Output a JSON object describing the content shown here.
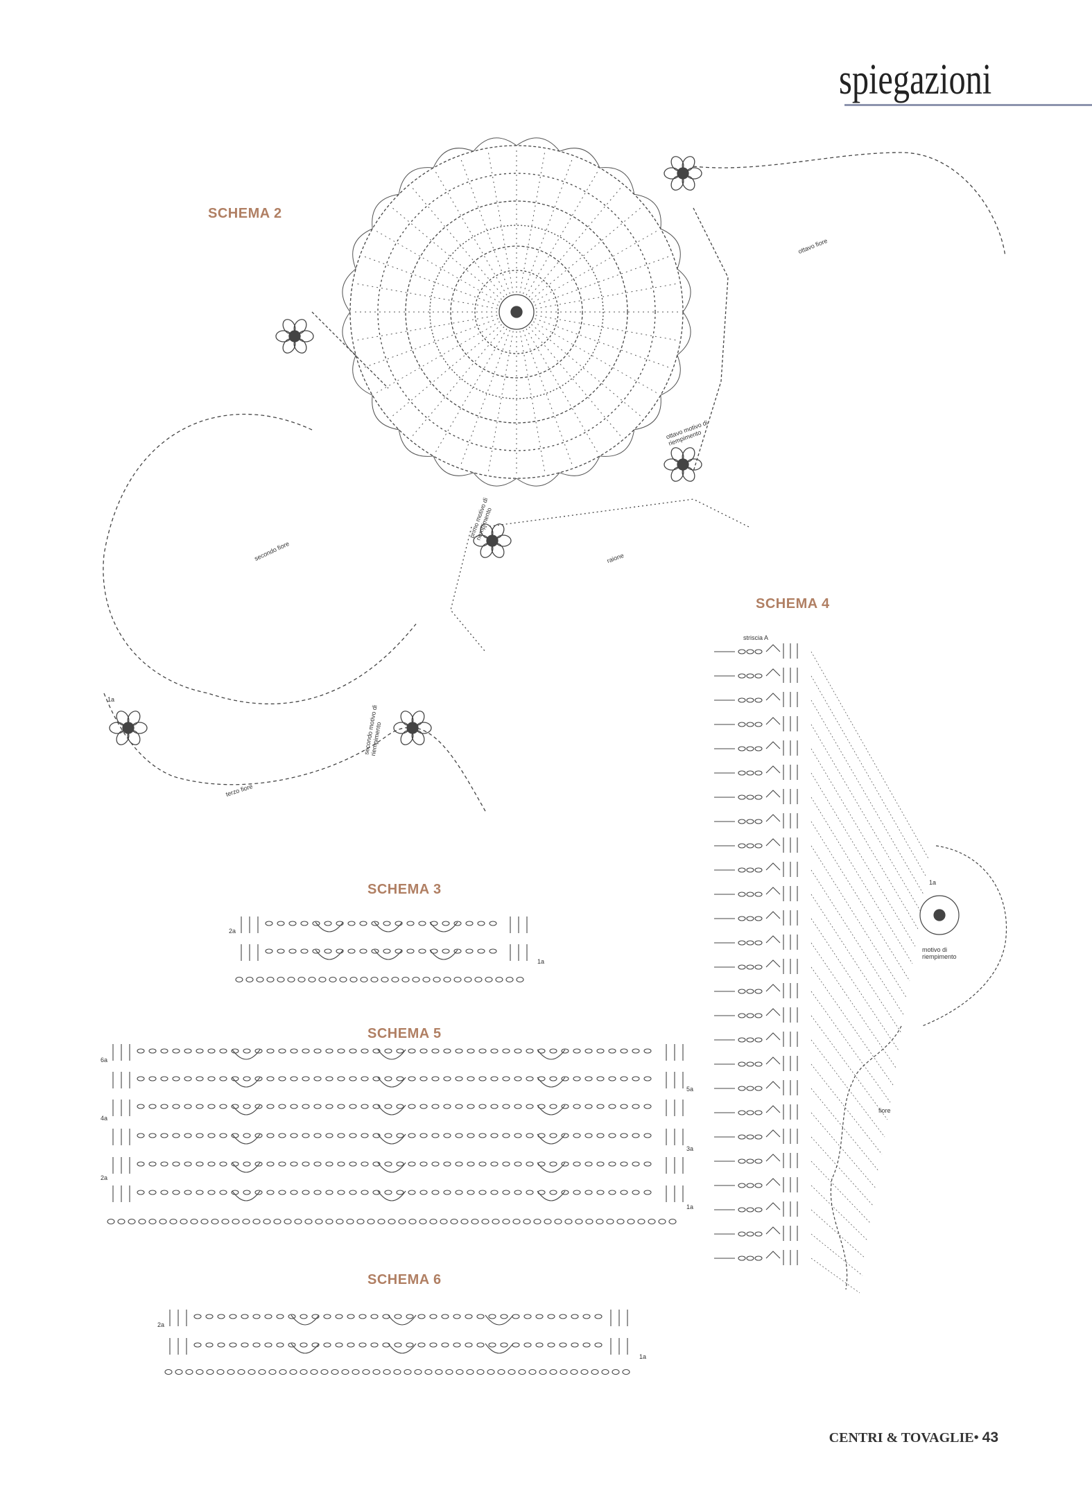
{
  "header": {
    "title": "spiegazioni"
  },
  "schema2": {
    "title": "SCHEMA 2",
    "labels": {
      "secondo_fiore": "secondo fiore",
      "ottavo_fiore": "ottavo fiore",
      "ottavo_motivo": "ottavo motivo di riempimento",
      "primo_motivo": "primo motivo di riempimento",
      "raione": "raione",
      "secondo_motivo": "secondo motivo di riempimento",
      "terzo_fiore": "terzo fiore",
      "row_1a": "1a"
    }
  },
  "schema3": {
    "title": "SCHEMA 3",
    "rows": [
      "2a",
      "1a"
    ]
  },
  "schema4": {
    "title": "SCHEMA 4",
    "labels": {
      "striscia": "striscia A",
      "row_1a": "1a",
      "motivo": "motivo di riempimento",
      "fiore": "fiore"
    }
  },
  "schema5": {
    "title": "SCHEMA 5",
    "rows_left": [
      "6a",
      "4a",
      "2a"
    ],
    "rows_right": [
      "5a",
      "3a",
      "1a"
    ]
  },
  "schema6": {
    "title": "SCHEMA 6",
    "rows": [
      "2a",
      "1a"
    ]
  },
  "footer": {
    "magazine": "CENTRI & TOVAGLIE",
    "bullet": "•",
    "page": "43"
  }
}
